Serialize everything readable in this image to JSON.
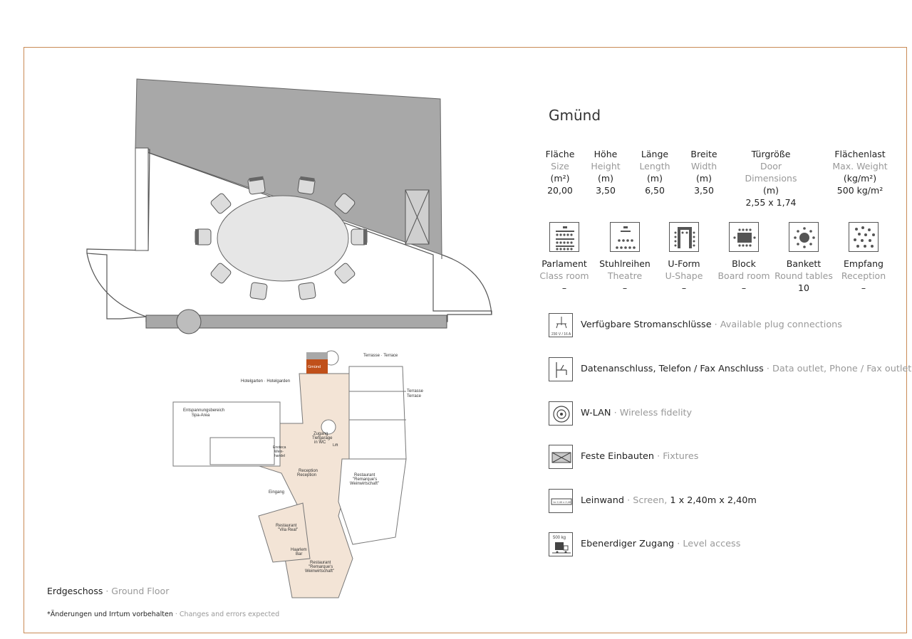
{
  "room": {
    "name": "Gmünd"
  },
  "specs": [
    {
      "de": "Fläche",
      "en": "Size",
      "unit": "(m²)",
      "value": "20,00"
    },
    {
      "de": "Höhe",
      "en": "Height",
      "unit": "(m)",
      "value": "3,50"
    },
    {
      "de": "Länge",
      "en": "Length",
      "unit": "(m)",
      "value": "6,50"
    },
    {
      "de": "Breite",
      "en": "Width",
      "unit": "(m)",
      "value": "3,50"
    },
    {
      "de": "Türgröße",
      "en": "Door Dimensions",
      "unit": "(m)",
      "value": "2,55 x 1,74"
    },
    {
      "de": "Flächenlast",
      "en": "Max. Weight",
      "unit": "(kg/m²)",
      "value": "500 kg/m²"
    }
  ],
  "layouts": [
    {
      "de": "Parlament",
      "en": "Class room",
      "value": "–",
      "icon": "classroom-icon"
    },
    {
      "de": "Stuhlreihen",
      "en": "Theatre",
      "value": "–",
      "icon": "theatre-icon"
    },
    {
      "de": "U-Form",
      "en": "U-Shape",
      "value": "–",
      "icon": "u-shape-icon"
    },
    {
      "de": "Block",
      "en": "Board room",
      "value": "–",
      "icon": "board-room-icon"
    },
    {
      "de": "Bankett",
      "en": "Round tables",
      "value": "10",
      "icon": "round-tables-icon"
    },
    {
      "de": "Empfang",
      "en": "Reception",
      "value": "–",
      "icon": "reception-icon"
    }
  ],
  "features": [
    {
      "de": "Verfügbare Stromanschlüsse",
      "sep": " · ",
      "en": "Available plug connections",
      "extra": "",
      "icon": "power-plug-icon",
      "icon_text": "230 V / 16 A"
    },
    {
      "de": "Datenanschluss, Telefon / Fax Anschluss",
      "sep": " · ",
      "en": "Data outlet, Phone / Fax outlet",
      "extra": "",
      "icon": "data-outlet-icon",
      "icon_text": ""
    },
    {
      "de": "W-LAN",
      "sep": " · ",
      "en": "Wireless fidelity",
      "extra": "",
      "icon": "wifi-icon",
      "icon_text": ""
    },
    {
      "de": "Feste Einbauten",
      "sep": " · ",
      "en": "Fixtures",
      "extra": "",
      "icon": "fixtures-icon",
      "icon_text": ""
    },
    {
      "de": "Leinwand",
      "sep": " · ",
      "en": "Screen,",
      "extra": " 1 x 2,40m x 2,40m",
      "icon": "screen-icon",
      "icon_text": "1x 2,40 x 2,40"
    },
    {
      "de": "Ebenerdiger Zugang",
      "sep": " · ",
      "en": "Level access",
      "extra": "",
      "icon": "level-access-icon",
      "icon_text": "500 kg"
    }
  ],
  "floor": {
    "de": "Erdgeschoss",
    "sep": " · ",
    "en": "Ground Floor"
  },
  "footnote": {
    "de": "*Änderungen und Irrtum vorbehalten",
    "sep": " · ",
    "en": "Changes and errors expected"
  },
  "map_labels": {
    "gmuend": "Gmünd",
    "terrace_top": "Terrasse · Terrace",
    "terrace_right_1": "Terrasse",
    "terrace_right_2": "Terrace",
    "hotelgarden": "Hotelgarten · Hotelgarden",
    "spa_1": "Entspannungsbereich",
    "spa_2": "Spa-Area",
    "garage_1": "Zugang",
    "garage_2": "Tiefgarage",
    "garage_3": "in WC",
    "enoteca_1": "Enoteca",
    "enoteca_2": "Wein-",
    "enoteca_3": "handel",
    "lift": "Lift",
    "reception_1": "Reception",
    "reception_2": "Reception",
    "entrance": "Eingang",
    "rest1_1": "Restaurant",
    "rest1_2": "\"Remarque's",
    "rest1_3": "Weinwirtschaft\"",
    "villa_1": "Restaurant",
    "villa_2": "\"Vila Real\"",
    "bar_1": "Haarlem",
    "bar_2": "Bar",
    "rest2_1": "Restaurant",
    "rest2_2": "\"Remarque's",
    "rest2_3": "Weinwirtschaft\""
  },
  "colors": {
    "frame": "#c98a55",
    "highlight": "#c0501a",
    "wall": "#a8a8a8",
    "floor_fill": "#f3e4d6"
  }
}
